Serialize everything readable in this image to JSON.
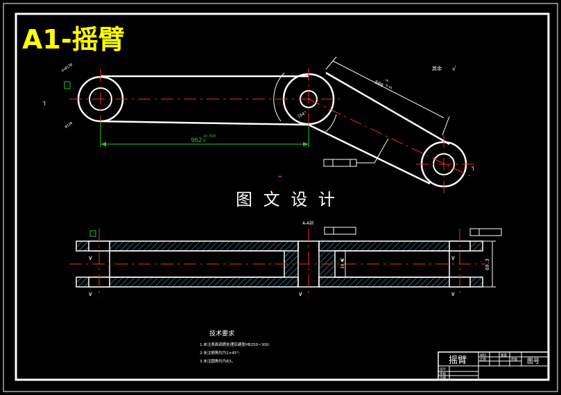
{
  "title": "A1-摇臂",
  "watermark": "图 文 设 计",
  "top_view": {
    "dimension_main": "962",
    "dimension_main_tol_upper": "+0.028",
    "dimension_main_tol_lower": "0",
    "dimension_arm": "600",
    "dimension_arm_tol_upper": "+0",
    "dimension_arm_tol_lower": "-0.05",
    "angle_small": "154°",
    "roughness_note": "其余"
  },
  "section_view": {
    "section_label": "A-A剖",
    "dimension_height": "69.3",
    "dimension_inner": "39.6"
  },
  "tech": {
    "title": "技术要求",
    "lines": [
      "1.未注表面调质处理后硬度HB250~300;",
      "2.未注倒角均为1×45°;",
      "3.未注圆角均为R3。"
    ]
  },
  "title_block": {
    "part_name": "摇臂",
    "row_labels": [
      "设计",
      "审核",
      "日期"
    ],
    "mat_label": "材料",
    "scale_label": "比例",
    "weight_label": "重量",
    "count_label": "件数",
    "sheet_label": "图号"
  },
  "colors": {
    "background": "#000000",
    "outline": "#ffffff",
    "centerline": "#ff2a2a",
    "dimension": "#22cc22",
    "hatch": "#4fc3e0",
    "title": "#ffff00",
    "leader": "#ff6bff"
  }
}
